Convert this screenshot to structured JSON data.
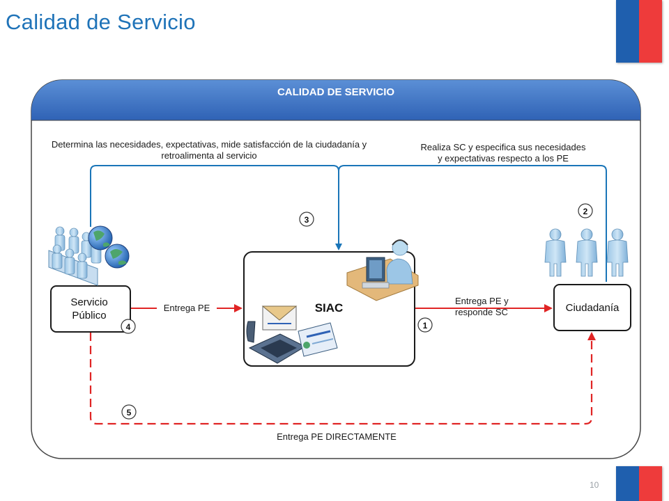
{
  "slide": {
    "title": "Calidad de Servicio",
    "page_number": "10"
  },
  "colors": {
    "title": "#1f73b8",
    "header_band": "#3f73c4",
    "flow_blue": "#1a75b8",
    "flow_red": "#e02424",
    "flag_blue": "#1f5fae",
    "flag_red": "#ee3b3b"
  },
  "diagram": {
    "header": "CALIDAD DE SERVICIO",
    "note_left": {
      "line1": "Determina las necesidades, expectativas, mide satisfacción de la ciudadanía y",
      "line2": "retroalimenta al servicio"
    },
    "note_right": {
      "line1": "Realiza SC y especifica sus necesidades",
      "line2": "y expectativas respecto a los PE"
    },
    "nodes": {
      "servicio": {
        "line1": "Servicio",
        "line2": "Público"
      },
      "siac": "SIAC",
      "ciudadania": "Ciudadanía"
    },
    "edges": {
      "entrega_pe": "Entrega PE",
      "entrega_responde": {
        "line1": "Entrega PE y",
        "line2": "responde SC"
      },
      "directo": "Entrega PE  DIRECTAMENTE"
    },
    "steps": [
      "1",
      "2",
      "3",
      "4",
      "5"
    ],
    "icons": [
      "meeting-people-icon",
      "globe-icon",
      "call-center-agent-icon",
      "envelope-icon",
      "telephone-icon",
      "document-screen-icon",
      "citizen-person-icon"
    ]
  }
}
